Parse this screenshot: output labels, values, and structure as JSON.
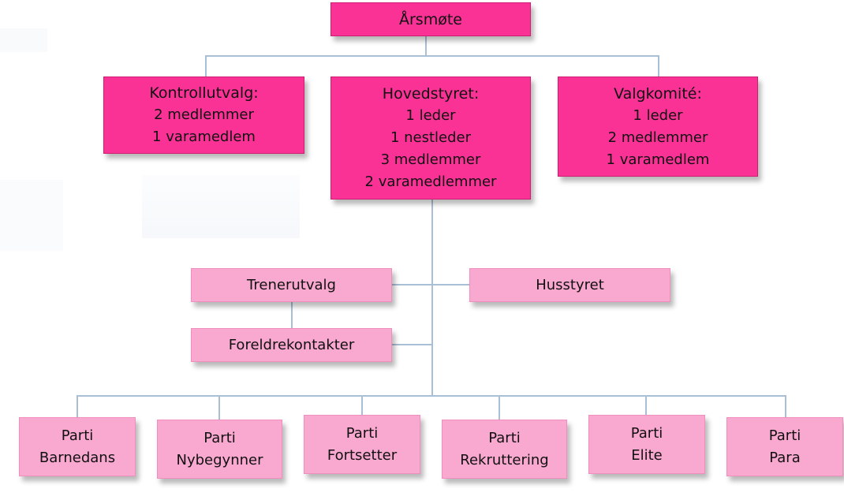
{
  "chart": {
    "top": {
      "title": "Årsmøte"
    },
    "committees": [
      {
        "title": "Kontrollutvalg:",
        "lines": [
          "2 medlemmer",
          "1 varamedlem"
        ]
      },
      {
        "title": "Hovedstyret:",
        "lines": [
          "1 leder",
          "1 nestleder",
          "3 medlemmer",
          "2 varamedlemmer"
        ]
      },
      {
        "title": "Valgkomité:",
        "lines": [
          "1 leder",
          "2 medlemmer",
          "1 varamedlem"
        ]
      }
    ],
    "groups": [
      {
        "label": "Trenerutvalg"
      },
      {
        "label": "Husstyret"
      },
      {
        "label": "Foreldrekontakter"
      }
    ],
    "parties": [
      {
        "line1": "Parti",
        "line2": "Barnedans"
      },
      {
        "line1": "Parti",
        "line2": "Nybegynner"
      },
      {
        "line1": "Parti",
        "line2": "Fortsetter"
      },
      {
        "line1": "Parti",
        "line2": "Rekruttering"
      },
      {
        "line1": "Parti",
        "line2": "Elite"
      },
      {
        "line1": "Parti",
        "line2": "Para"
      }
    ]
  },
  "colors": {
    "dark_box": "#fa3296",
    "light_box": "#f9a8d0",
    "connector": "#a9bfd6"
  }
}
